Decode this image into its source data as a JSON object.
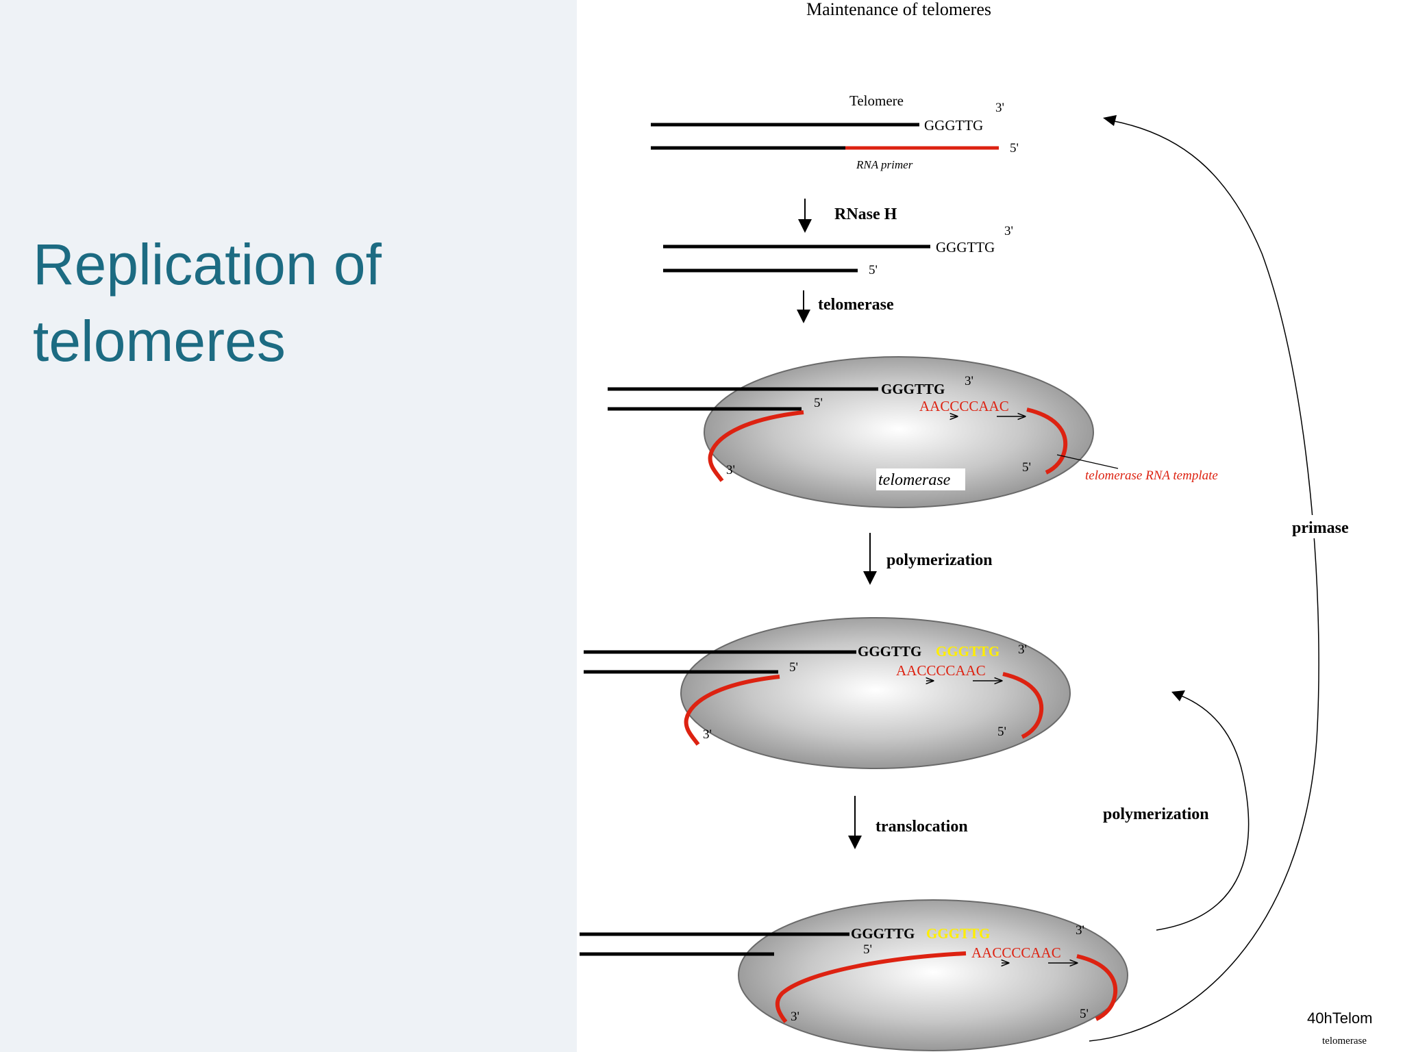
{
  "slide": {
    "title_line1": "Replication of",
    "title_line2": "telomeres"
  },
  "figure": {
    "title": "Maintenance of telomeres",
    "telomere_label": "Telomere",
    "rna_primer_label": "RNA primer",
    "seq_g_strand": "GGGTTG",
    "seq_template": "AACCCCAAC",
    "seq_extension": "GGGTTG",
    "prime3": "3'",
    "prime5": "5'",
    "steps": {
      "rnase_h": "RNase H",
      "telomerase": "telomerase",
      "polymerization": "polymerization",
      "translocation": "translocation",
      "primase": "primase",
      "polymerization_loop": "polymerization"
    },
    "enzyme_label": "telomerase",
    "template_label": "telomerase RNA template",
    "footer_code": "40hTelom",
    "footer_small": "telomerase",
    "colors": {
      "rna": "#dd2211",
      "new_dna": "#ffee00",
      "dna": "#000000",
      "title": "#1c6b82"
    }
  }
}
